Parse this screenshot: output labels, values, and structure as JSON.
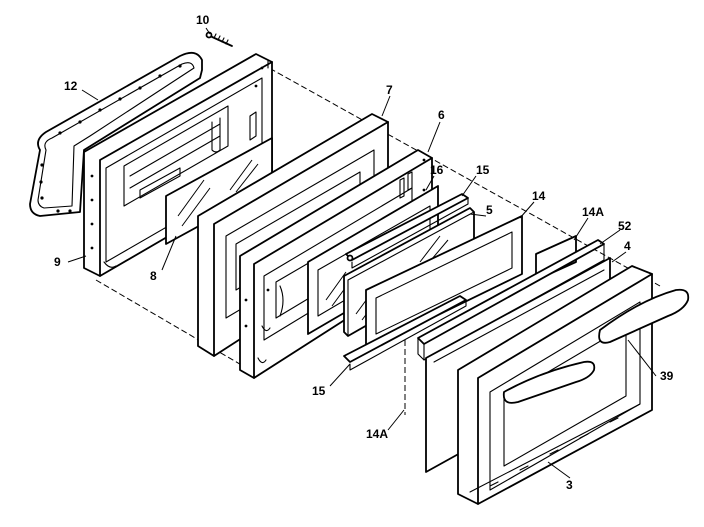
{
  "diagram": {
    "callouts": {
      "c10": "10",
      "c12": "12",
      "c7": "7",
      "c6": "6",
      "c16": "16",
      "c15top": "15",
      "c5": "5",
      "c14": "14",
      "c14a_top": "14A",
      "c52": "52",
      "c4": "4",
      "c39": "39",
      "c9": "9",
      "c8": "8",
      "c15bot": "15",
      "c14a_bot": "14A",
      "c3": "3"
    }
  }
}
